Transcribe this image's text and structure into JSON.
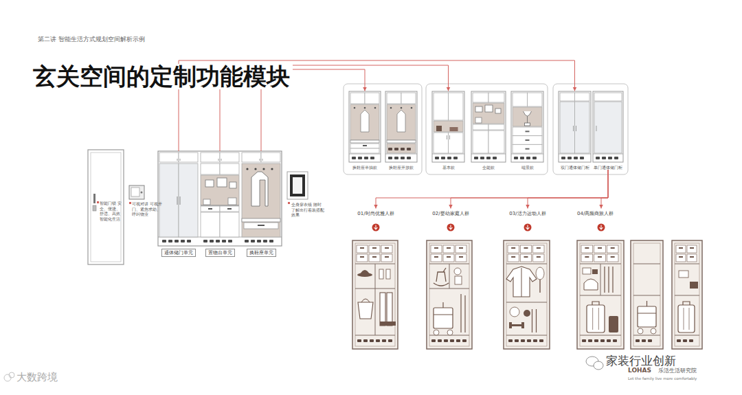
{
  "diagram": {
    "title": "玄关空间的定制功能模块",
    "nodes": [
      {
        "text": [
          "通体储门单元"
        ]
      },
      {
        "text": [
          "置物台单元"
        ]
      },
      {
        "text": [
          "换鞋座单元"
        ]
      },
      {
        "text": [
          "换鞋座半抽款"
        ]
      },
      {
        "text": [
          "换鞋座开放款"
        ]
      },
      {
        "text": [
          "基本款"
        ]
      },
      {
        "text": [
          "全能款"
        ]
      },
      {
        "text": [
          "端景款"
        ]
      },
      {
        "text": [
          "双门通体储门柜"
        ]
      },
      {
        "text": [
          "单门通体储门柜"
        ]
      },
      {
        "text": [
          "01/时尚优雅人群"
        ]
      },
      {
        "text": [
          "02/婴幼家庭人群"
        ]
      },
      {
        "text": [
          "03/活力运动人群"
        ]
      },
      {
        "text": [
          "04/高频商旅人群"
        ]
      }
    ],
    "edges": [
      {
        "from": 0,
        "to": 8,
        "arrow": "to"
      },
      {
        "from": 1,
        "to": 5,
        "arrow": "to"
      },
      {
        "from": 2,
        "to": 3,
        "arrow": "to"
      },
      {
        "from": 9,
        "to": 10,
        "arrow": "to"
      },
      {
        "from": 9,
        "to": 11,
        "arrow": "to"
      },
      {
        "from": 9,
        "to": 12,
        "arrow": "to"
      },
      {
        "from": 9,
        "to": 13,
        "arrow": "to"
      }
    ],
    "labels": [
      "第二讲 智能生活方式规划空间解析示例",
      "智能门锁 安全、便捷、舒适、高效智能化生活",
      "可视对讲 可视开门、紧急求助、呼叫物业",
      "全身穿衣镜 随时了解出行着装搭配效果",
      "大数跨境",
      "家装行业创新",
      "LOHAS",
      "乐活生活研究院",
      "Let the family live more comfortably"
    ]
  }
}
